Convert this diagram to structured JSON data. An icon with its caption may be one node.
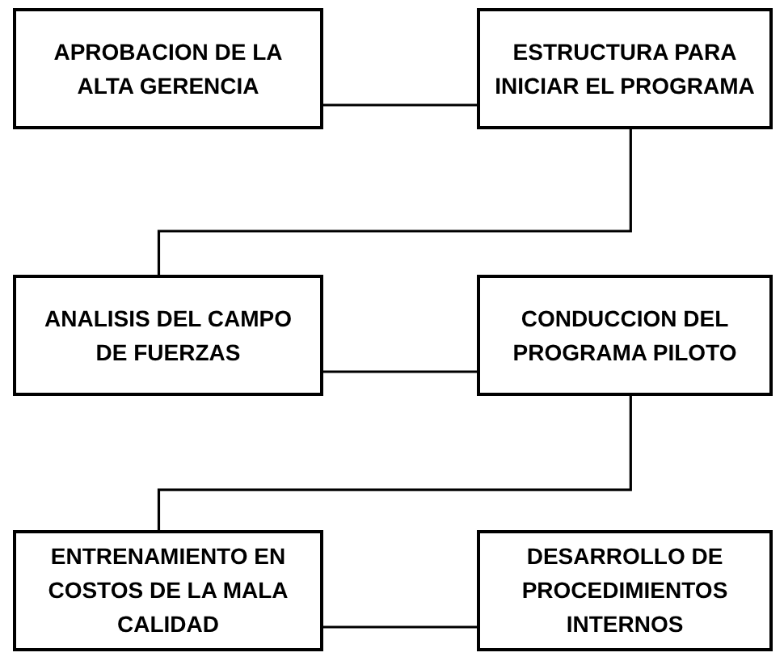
{
  "diagram": {
    "nodes": [
      {
        "text": [
          "APROBACION DE LA ALTA GERENCIA"
        ]
      },
      {
        "text": [
          "ESTRUCTURA PARA INICIAR EL PROGRAMA"
        ]
      },
      {
        "text": [
          "ANALISIS DEL CAMPO DE FUERZAS"
        ]
      },
      {
        "text": [
          "CONDUCCION DEL PROGRAMA PILOTO"
        ]
      },
      {
        "text": [
          "ENTRENAMIENTO EN COSTOS DE LA MALA CALIDAD"
        ]
      },
      {
        "text": [
          "DESARROLLO DE PROCEDIMIENTOS INTERNOS"
        ]
      }
    ],
    "edges": [
      {
        "from": 0,
        "to": 1,
        "arrow": "none"
      },
      {
        "from": 1,
        "to": 2,
        "arrow": "none"
      },
      {
        "from": 2,
        "to": 3,
        "arrow": "none"
      },
      {
        "from": 3,
        "to": 4,
        "arrow": "none"
      },
      {
        "from": 4,
        "to": 5,
        "arrow": "none"
      }
    ]
  }
}
